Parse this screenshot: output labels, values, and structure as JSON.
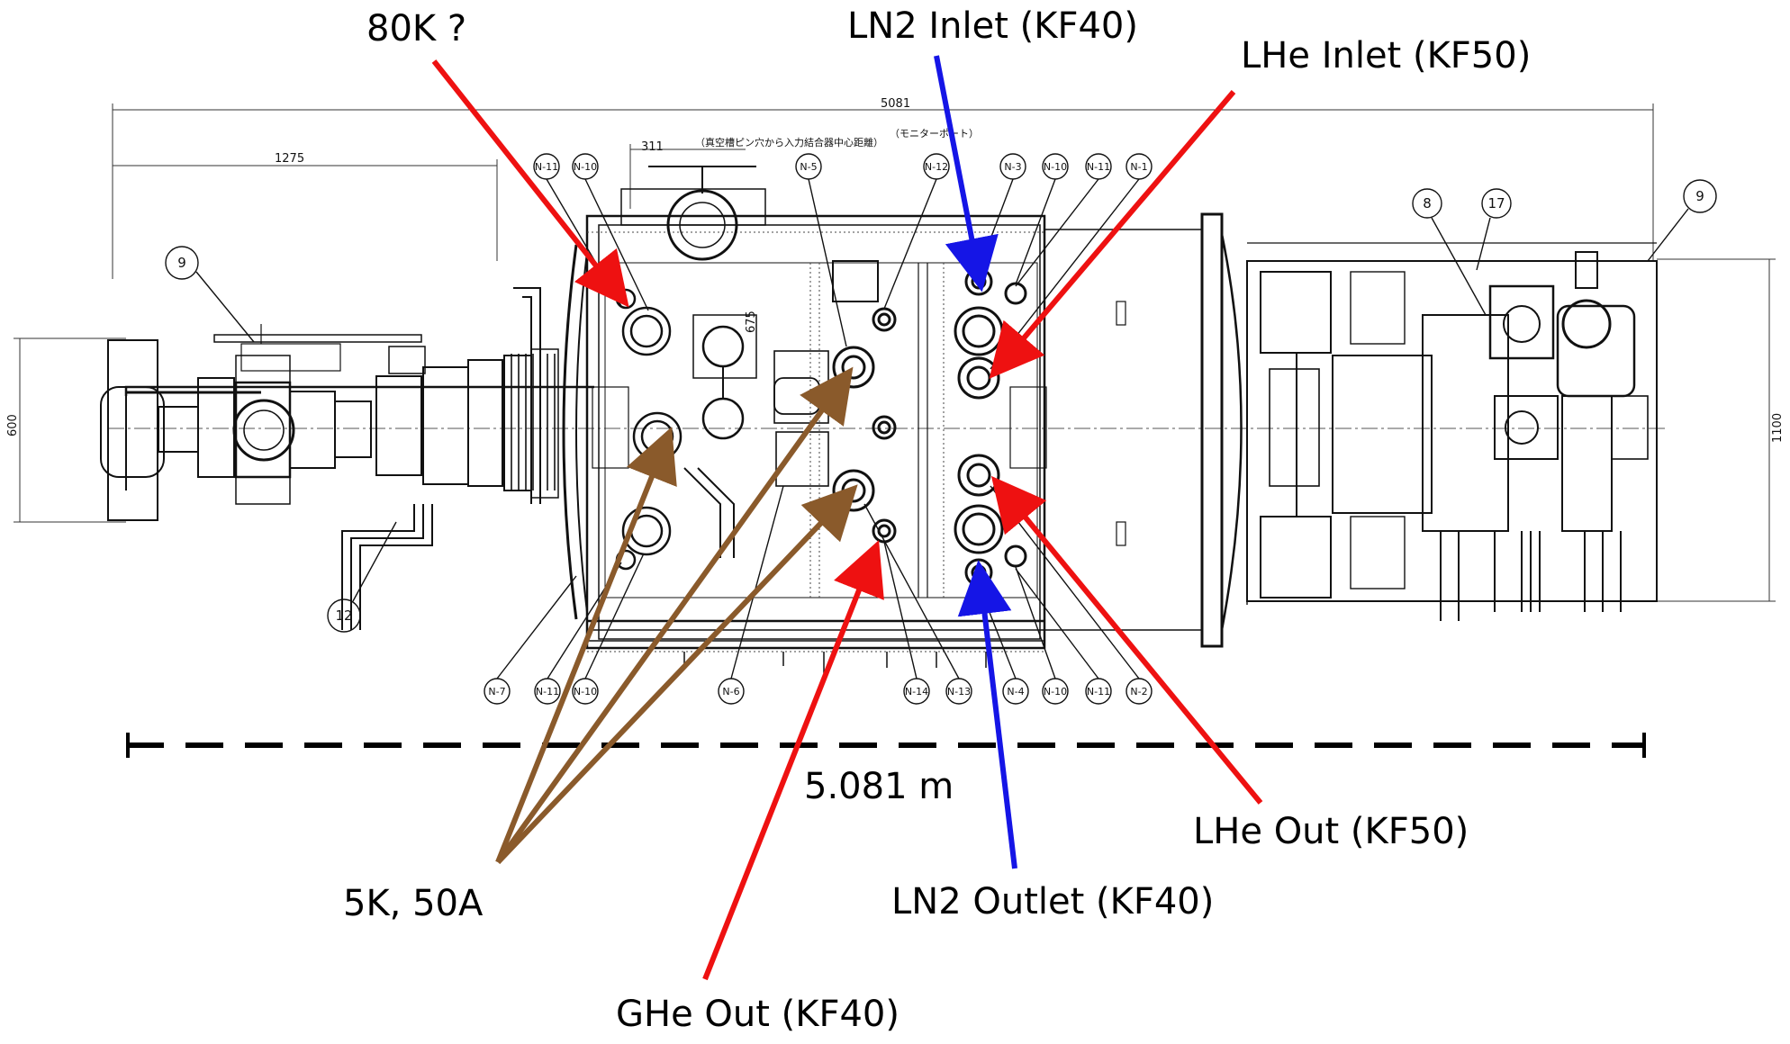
{
  "annotations": {
    "a80k": "80K ?",
    "ln2_inlet": "LN2 Inlet (KF40)",
    "lhe_inlet": "LHe Inlet (KF50)",
    "lhe_out": "LHe Out (KF50)",
    "ln2_outlet": "LN2 Outlet (KF40)",
    "ghe_out": "GHe Out (KF40)",
    "k5_50a": "5K, 50A",
    "scale": "5.081 m"
  },
  "drawing": {
    "dim_overall": "5081",
    "dim_left": "1275",
    "dim_311": "311",
    "dim_675": "675",
    "dim_600": "600",
    "dim_1100": "1100",
    "note_vacuum": "（真空槽ピン穴から入力結合器中心距離）",
    "note_monitor": "（モニターポート）",
    "nozzles_top": [
      "N-11",
      "N-10",
      "N-5",
      "N-12",
      "N-3",
      "N-10",
      "N-11",
      "N-1"
    ],
    "nozzles_bottom": [
      "N-7",
      "N-11",
      "N-10",
      "N-6",
      "N-14",
      "N-13",
      "N-4",
      "N-10",
      "N-11",
      "N-2"
    ],
    "part_numbers": [
      "9",
      "12",
      "8",
      "17",
      "9"
    ]
  },
  "colors": {
    "red_arrow": "#ee1111",
    "blue_arrow": "#1515e6",
    "brown_arrow": "#8a5a2b",
    "drawing": "#111111"
  }
}
